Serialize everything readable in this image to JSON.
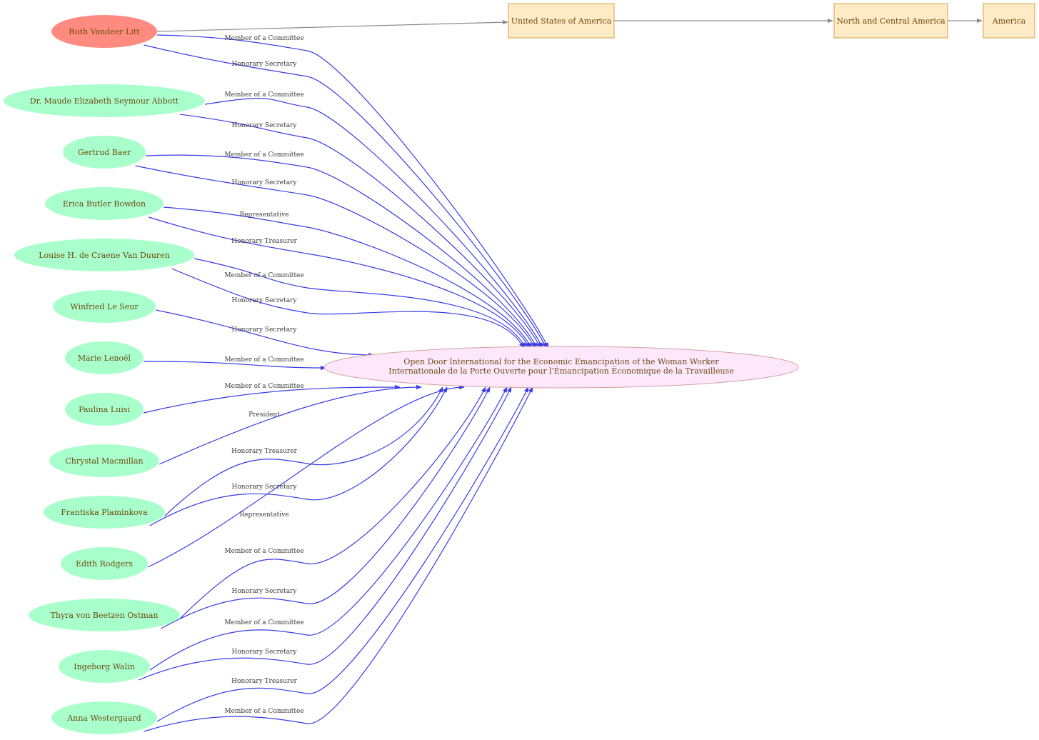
{
  "colors": {
    "highlight_fill": "#ff8a80",
    "person_fill": "#a9ffcc",
    "org_fill": "#fde8fb",
    "org_stroke": "#d5a0a0",
    "place_fill": "#fdebc6",
    "place_stroke": "#d4a04a",
    "edge_blue": "#3b3be8",
    "edge_grey": "#8c8c8c",
    "text": "#6b4a14"
  },
  "organization": {
    "line1": "Open Door International for the Economic Emancipation of the Woman Worker",
    "line2": "Internationale de la Porte Ouverte pour l'Émancipation Économique de la Travailleuse"
  },
  "places": [
    "United States of America",
    "North and Central America",
    "America"
  ],
  "people": [
    {
      "name": "Ruth  Vandeer Litt",
      "highlight": true,
      "roles": [
        "Member of a Committee",
        "Honorary Secretary"
      ]
    },
    {
      "name": "Dr. Maude Elizabeth Seymour Abbott",
      "roles": [
        "Member of a Committee",
        "Honorary Secretary"
      ]
    },
    {
      "name": "Gertrud Baer",
      "roles": [
        "Member of a Committee",
        "Honorary Secretary"
      ]
    },
    {
      "name": "Erica Butler Bowdon",
      "roles": [
        "Representative",
        "Honorary Treasurer"
      ]
    },
    {
      "name": "Louise H.  de Craene Van Duuren",
      "roles": [
        "Member of a Committee",
        "Honorary Secretary"
      ]
    },
    {
      "name": "Winfried  Le Seur",
      "roles": [
        "Honorary Secretary"
      ]
    },
    {
      "name": "Marie Lenoël",
      "roles": [
        "Member of a Committee"
      ]
    },
    {
      "name": "Paulina Luisi",
      "roles": [
        "Member of a Committee"
      ]
    },
    {
      "name": "Chrystal Macmillan",
      "roles": [
        "President"
      ]
    },
    {
      "name": "Frantiska Plaminkova",
      "roles": [
        "Honorary Treasurer",
        "Honorary Secretary"
      ]
    },
    {
      "name": "Edith Rodgers",
      "roles": [
        "Representative"
      ]
    },
    {
      "name": "Thyra  von Beetzen Ostman",
      "roles": [
        "Member of a Committee",
        "Honorary Secretary"
      ]
    },
    {
      "name": "Ingeborg Walin",
      "roles": [
        "Member of a Committee",
        "Honorary Secretary"
      ]
    },
    {
      "name": "Anna Westergaard",
      "roles": [
        "Honorary Treasurer",
        "Member of a Committee"
      ]
    }
  ]
}
